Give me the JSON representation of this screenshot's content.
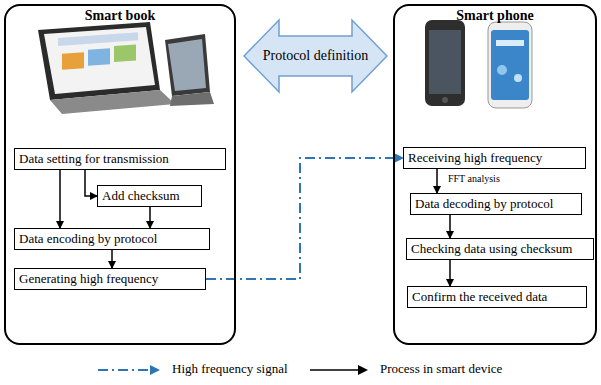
{
  "diagram": {
    "nodes": [
      {
        "text": [
          "Smart book"
        ]
      },
      {
        "text": [
          "Protocol definition"
        ]
      },
      {
        "text": [
          "Smart phone"
        ]
      },
      {
        "text": [
          "Data setting for transmission"
        ],
        "in": 0
      },
      {
        "text": [
          "Add checksum"
        ],
        "in": 0
      },
      {
        "text": [
          "Data encoding by protocol"
        ],
        "in": 0
      },
      {
        "text": [
          "Generating high frequency"
        ],
        "in": 0
      },
      {
        "text": [
          "Receiving high frequency"
        ],
        "in": 2
      },
      {
        "text": [
          "Data decoding by protocol"
        ],
        "in": 2
      },
      {
        "text": [
          "Checking data using checksum"
        ],
        "in": 2
      },
      {
        "text": [
          "Confirm the received data"
        ],
        "in": 2
      }
    ],
    "edges": [
      {
        "from": 3,
        "to": 4,
        "arrow": "to"
      },
      {
        "from": 4,
        "to": 5,
        "arrow": "to"
      },
      {
        "from": 3,
        "to": 5,
        "arrow": "to"
      },
      {
        "from": 5,
        "to": 6,
        "arrow": "to"
      },
      {
        "from": 6,
        "to": 7,
        "arrow": "to"
      },
      {
        "from": 7,
        "to": 8,
        "label": "FFT analysis",
        "arrow": "to"
      },
      {
        "from": 8,
        "to": 9,
        "arrow": "to"
      },
      {
        "from": 9,
        "to": 10,
        "arrow": "to"
      }
    ],
    "legend": [
      {
        "text": "High frequency signal"
      },
      {
        "text": "Process in smart device"
      }
    ]
  }
}
